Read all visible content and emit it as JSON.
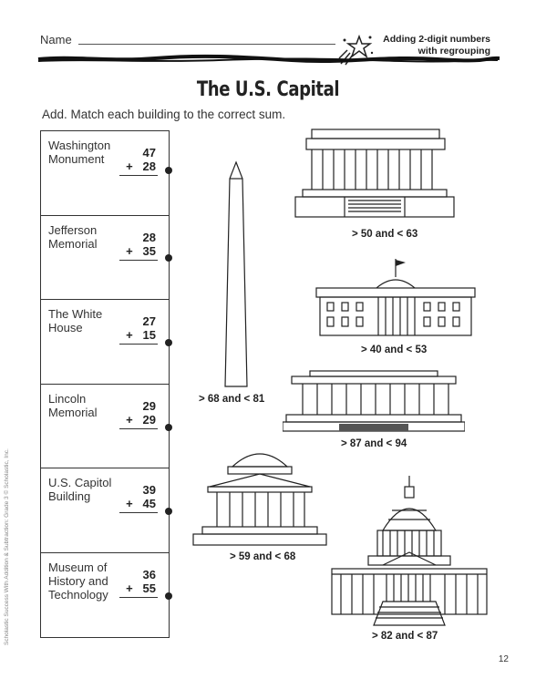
{
  "header": {
    "name_label": "Name",
    "topic_line1": "Adding 2-digit numbers",
    "topic_line2": "with regrouping"
  },
  "title": "The U.S. Capital",
  "instructions": "Add. Match each building to the correct sum.",
  "problems": [
    {
      "label": "Washington Monument",
      "a": "47",
      "b": "28",
      "op": "+"
    },
    {
      "label": "Jefferson Memorial",
      "a": "28",
      "b": "35",
      "op": "+"
    },
    {
      "label": "The White House",
      "a": "27",
      "b": "15",
      "op": "+"
    },
    {
      "label": "Lincoln Memorial",
      "a": "29",
      "b": "29",
      "op": "+"
    },
    {
      "label": "U.S. Capitol Building",
      "a": "39",
      "b": "45",
      "op": "+"
    },
    {
      "label": "Museum of History and Technology",
      "a": "36",
      "b": "55",
      "op": "+"
    }
  ],
  "buildings": [
    {
      "icon": "washington-monument-icon",
      "range": "> 68  and  < 81"
    },
    {
      "icon": "museum-building-icon",
      "range": "> 50  and  < 63"
    },
    {
      "icon": "white-house-icon",
      "range": "> 40  and  < 53"
    },
    {
      "icon": "lincoln-memorial-icon",
      "range": "> 87  and  < 94"
    },
    {
      "icon": "jefferson-memorial-icon",
      "range": "> 59  and  < 68"
    },
    {
      "icon": "capitol-building-icon",
      "range": "> 82  and  < 87"
    }
  ],
  "side_credit": "Scholastic Success With Addition & Subtraction: Grade 3 © Scholastic, Inc.",
  "page_number": "12"
}
